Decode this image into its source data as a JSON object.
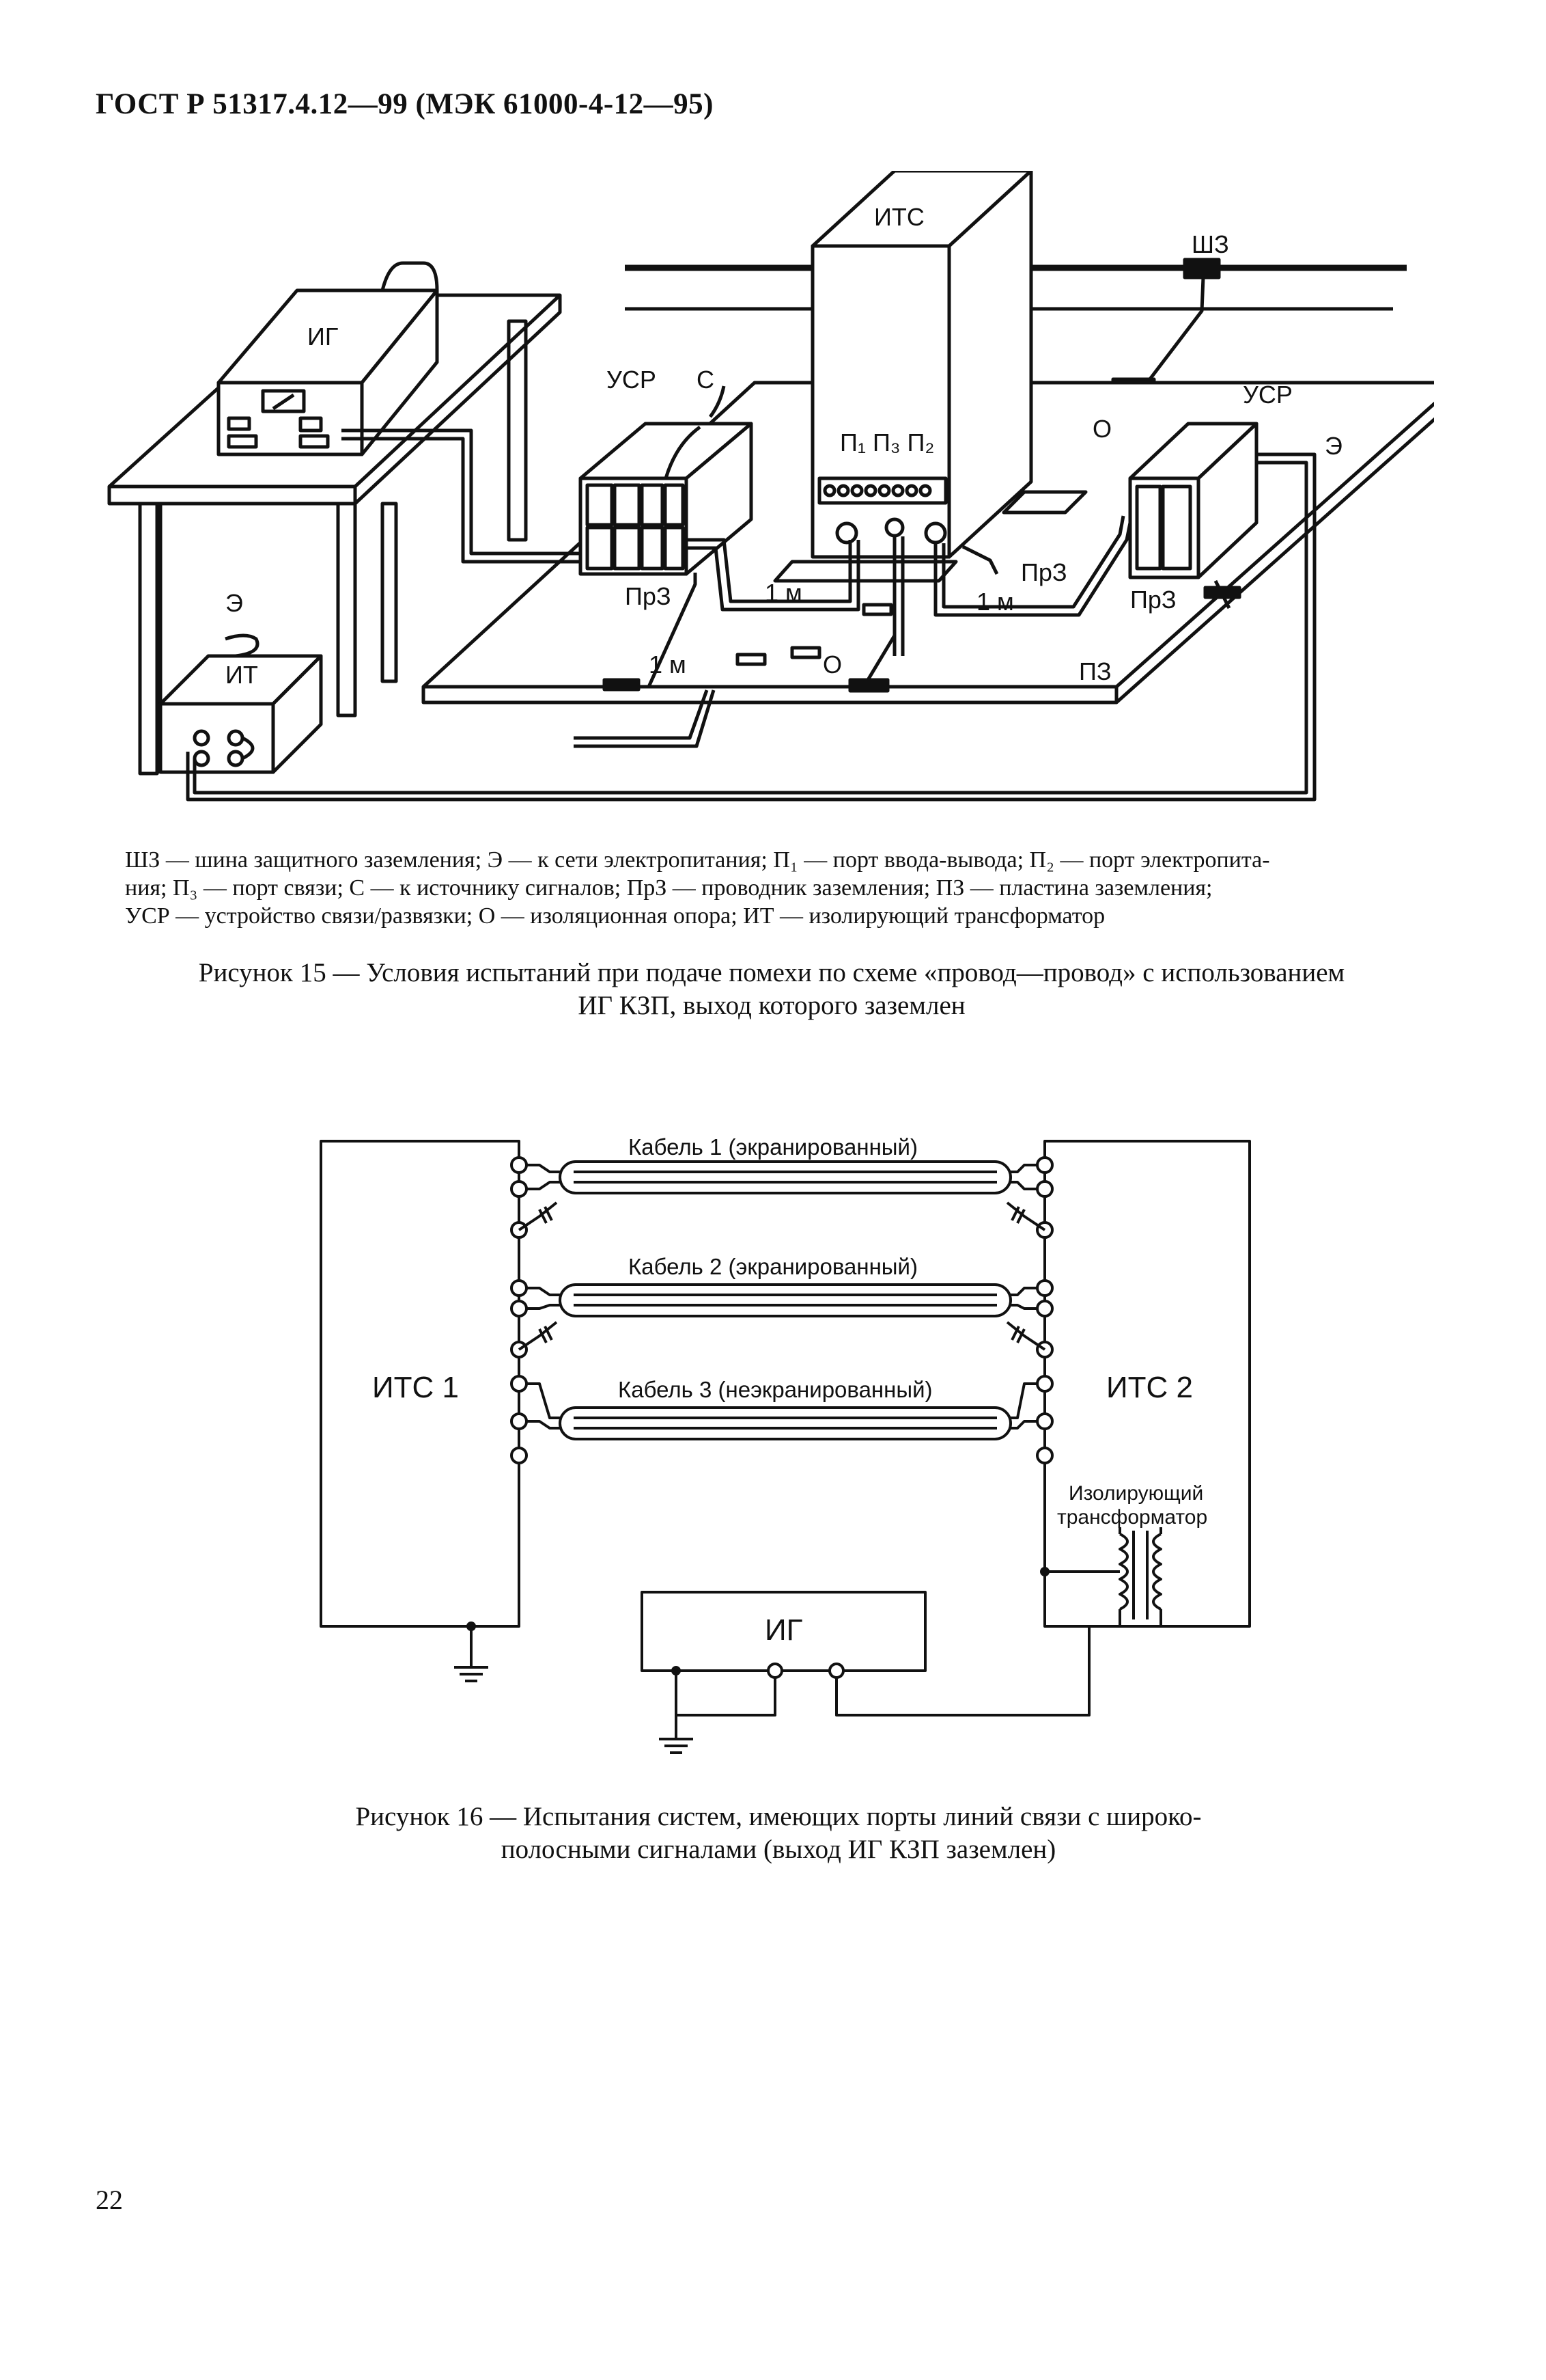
{
  "header": {
    "standard": "ГОСТ Р 51317.4.12—99 (МЭК 61000-4-12—95)"
  },
  "figure15": {
    "labels": {
      "its": "ИТС",
      "ig": "ИГ",
      "it": "ИТ",
      "sh3": "ШЗ",
      "usr_left": "УСР",
      "usr_right": "УСР",
      "s": "С",
      "e_left": "Э",
      "e_right": "Э",
      "ports": "П₁ П₃ П₂",
      "o_top": "О",
      "o_bottom": "О",
      "pr3_left": "ПрЗ",
      "pr3_mid": "ПрЗ",
      "pr3_right": "ПрЗ",
      "p3": "ПЗ",
      "dist_1m_a": "1 м",
      "dist_1m_b": "1 м",
      "dist_1m_c": "1 м"
    },
    "legend": [
      "ШЗ — шина защитного заземления; Э — к сети электропитания; П₁ — порт ввода-вывода; П₂ — порт электропита-",
      "ния; П₃ — порт связи; С — к источнику сигналов; ПрЗ — проводник заземления; ПЗ — пластина заземления;",
      "УСР — устройство связи/развязки; О — изоляционная опора; ИТ — изолирующий трансформатор"
    ],
    "caption_line1": "Рисунок 15 — Условия испытаний при подаче помехи по схеме «провод—провод» с использованием",
    "caption_line2": "ИГ КЗП, выход которого заземлен"
  },
  "figure16": {
    "labels": {
      "cable1": "Кабель 1 (экранированный)",
      "cable2": "Кабель 2 (экранированный)",
      "cable3": "Кабель 3 (неэкранированный)",
      "its1": "ИТС 1",
      "its2": "ИТС 2",
      "transformer_line1": "Изолирующий",
      "transformer_line2": "трансформатор",
      "ig": "ИГ"
    },
    "caption_line1": "Рисунок 16 — Испытания систем, имеющих порты линий связи с широко-",
    "caption_line2": "полосными сигналами (выход ИГ КЗП заземлен)"
  },
  "footer": {
    "page_number": "22"
  }
}
